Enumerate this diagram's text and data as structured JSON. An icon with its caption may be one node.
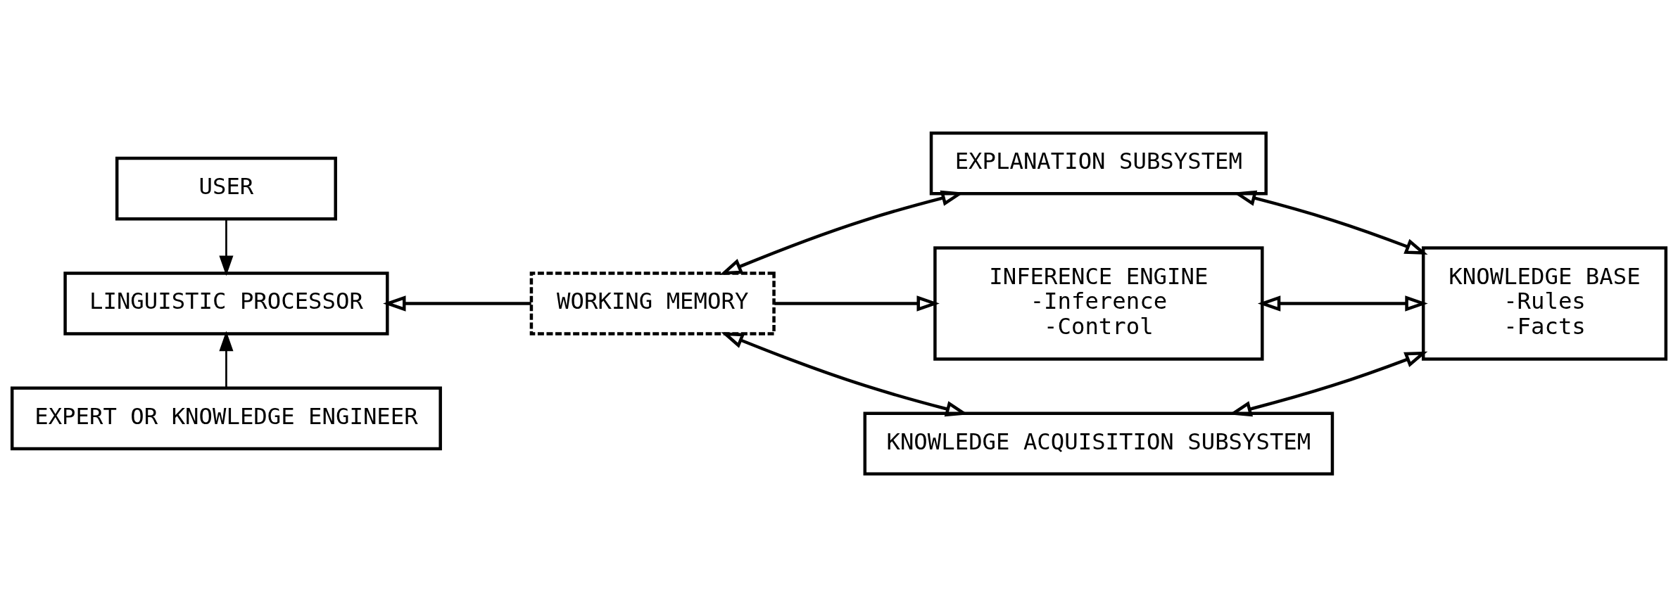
{
  "diagram": {
    "nodes": [
      {
        "text": [
          "USER"
        ]
      },
      {
        "text": [
          "LINGUISTIC PROCESSOR"
        ]
      },
      {
        "text": [
          "EXPERT OR KNOWLEDGE ENGINEER"
        ]
      },
      {
        "text": [
          "WORKING MEMORY"
        ]
      },
      {
        "text": [
          "EXPLANATION SUBSYSTEM"
        ]
      },
      {
        "text": [
          "INFERENCE ENGINE",
          "-Inference",
          "-Control"
        ]
      },
      {
        "text": [
          "KNOWLEDGE BASE",
          "-Rules",
          "-Facts"
        ]
      },
      {
        "text": [
          "KNOWLEDGE ACQUISITION SUBSYSTEM"
        ]
      }
    ],
    "edges": [
      {
        "from": 0,
        "to": 1,
        "arrow": "to"
      },
      {
        "from": 2,
        "to": 1,
        "arrow": "to"
      },
      {
        "from": 3,
        "to": 1,
        "arrow": "to"
      },
      {
        "from": 3,
        "to": 5,
        "arrow": "to"
      },
      {
        "from": 3,
        "to": 4,
        "arrow": "both"
      },
      {
        "from": 6,
        "to": 4,
        "arrow": "both"
      },
      {
        "from": 5,
        "to": 6,
        "arrow": "both"
      },
      {
        "from": 3,
        "to": 7,
        "arrow": "both"
      },
      {
        "from": 7,
        "to": 6,
        "arrow": "both"
      }
    ]
  }
}
